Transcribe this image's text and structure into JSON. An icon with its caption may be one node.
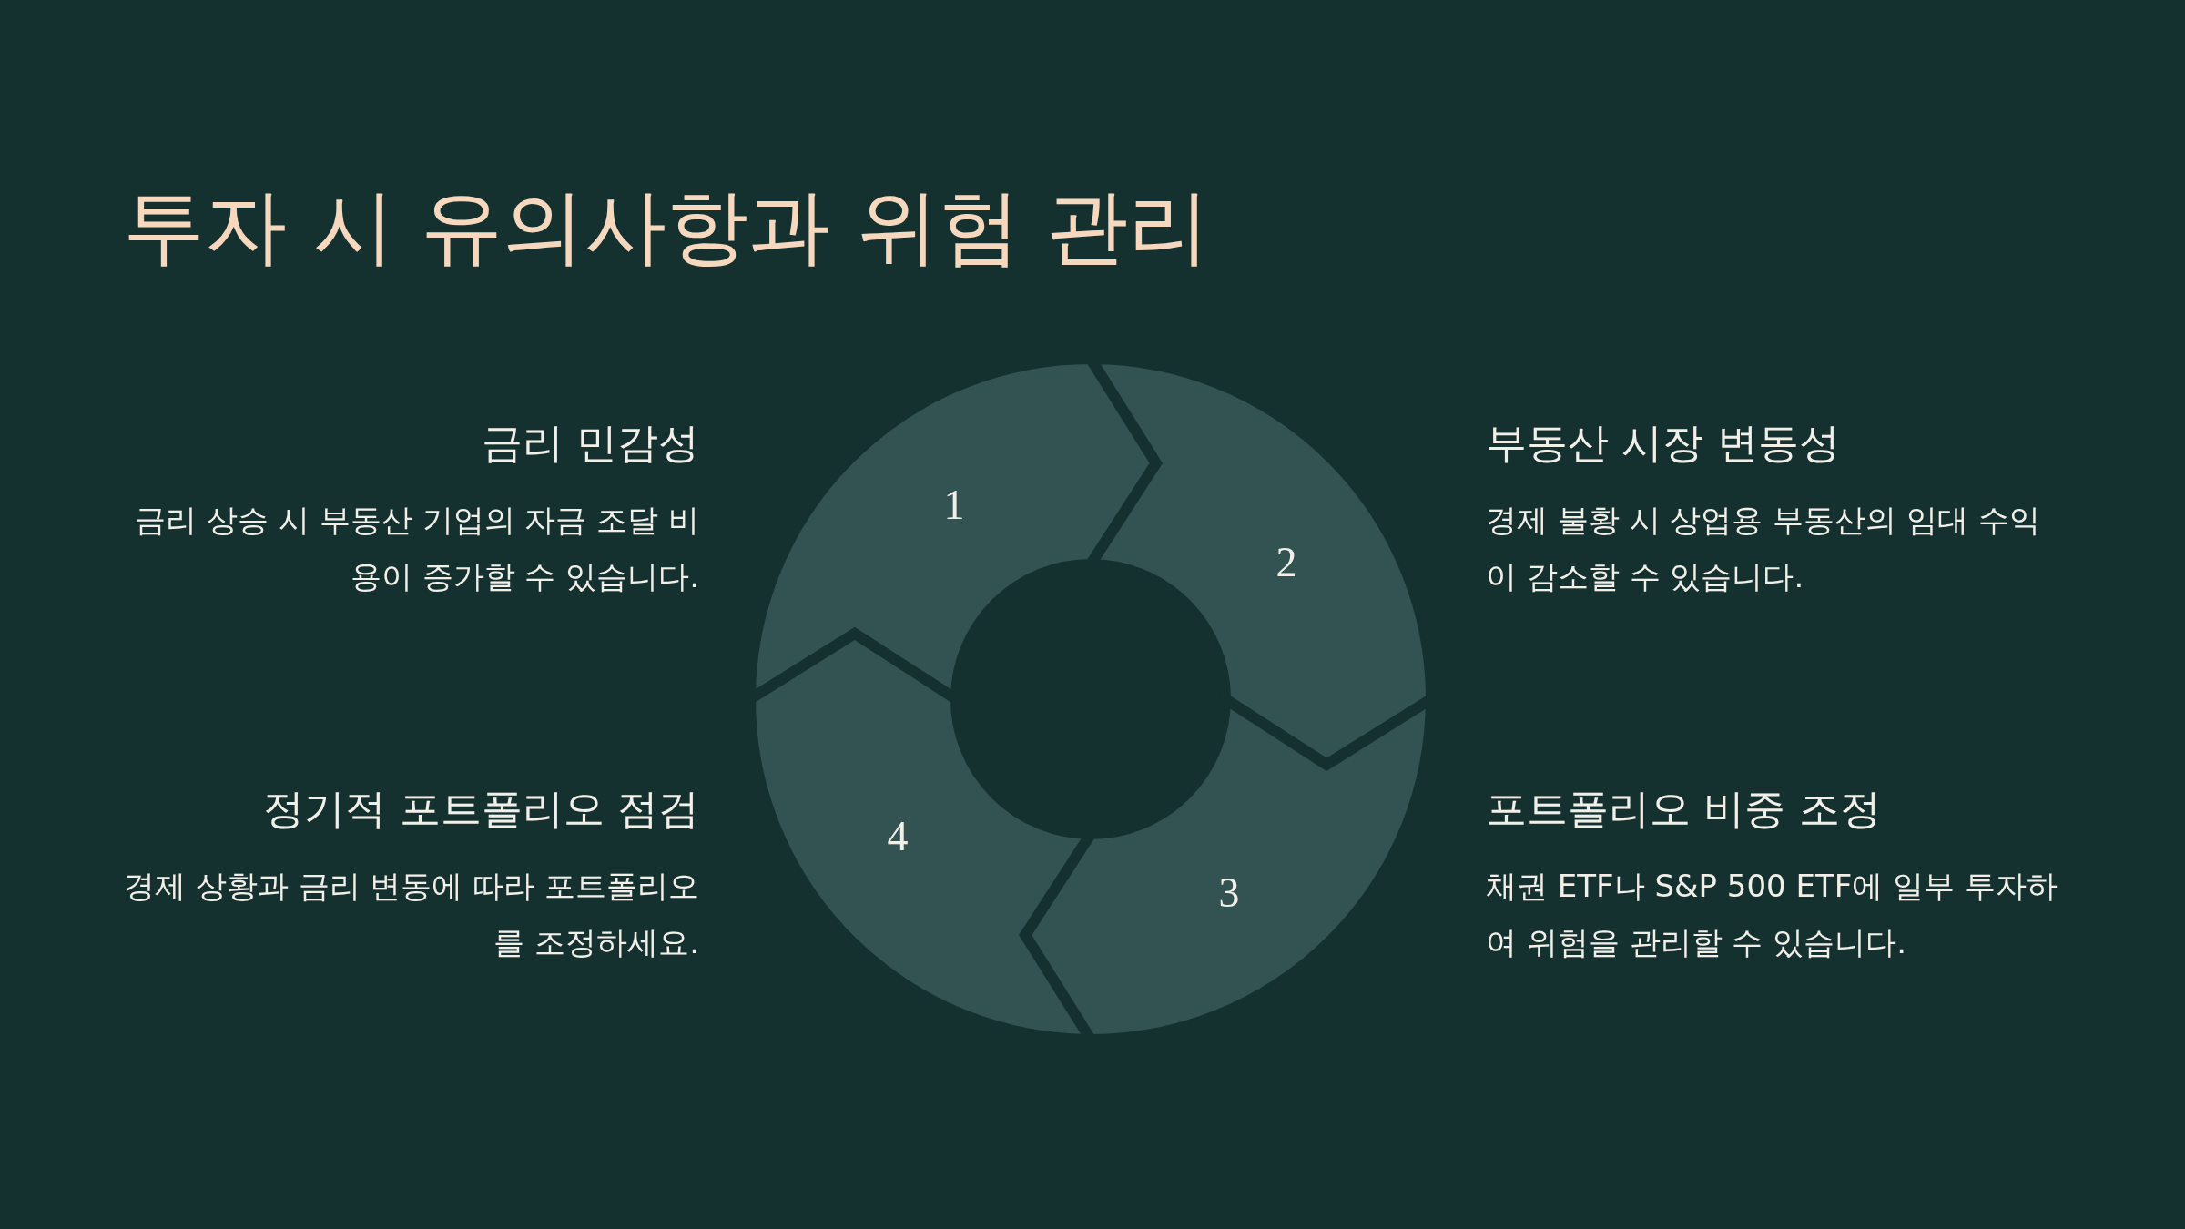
{
  "diagram": {
    "title": "투자 시 유의사항과 위험 관리",
    "nodes": [
      {
        "text": [
          "1"
        ]
      },
      {
        "text": [
          "2"
        ]
      },
      {
        "text": [
          "3"
        ]
      },
      {
        "text": [
          "4"
        ]
      }
    ],
    "labels": [
      "금리 민감성",
      "금리 상승 시 부동산 기업의 자금 조달 비용이 증가할 수 있습니다.",
      "부동산 시장 변동성",
      "경제 불황 시 상업용 부동산의 임대 수익이 감소할 수 있습니다.",
      "정기적 포트폴리오 점검",
      "경제 상황과 금리 변동에 따라 포트폴리오를 조정하세요.",
      "포트폴리오 비중 조정",
      "채권 ETF나 S&P 500 ETF에 일부 투자하여 위험을 관리할 수 있습니다."
    ]
  }
}
